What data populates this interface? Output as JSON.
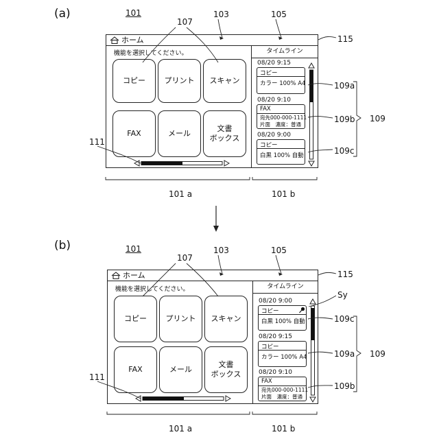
{
  "panel_a": {
    "label": "(a)",
    "refs": {
      "screen": "101",
      "buttons": "107",
      "left_region": "103",
      "right_region": "105",
      "titlebar": "115",
      "scroll": "111",
      "timeline": "109",
      "left_area": "101 a",
      "right_area": "101 b"
    },
    "title": "ホーム",
    "instruction": "機能を選択してください。",
    "buttons": [
      {
        "label": "コピー"
      },
      {
        "label": "プリント"
      },
      {
        "label": "スキャン"
      },
      {
        "label": "FAX"
      },
      {
        "label": "メール"
      },
      {
        "label_line1": "文書",
        "label_line2": "ボックス"
      }
    ],
    "timeline_header": "タイムライン",
    "entries": [
      {
        "time": "08/20 9:15",
        "title": "コピー",
        "line1": "カラー 100% A4",
        "line2": "",
        "ref": "109a"
      },
      {
        "time": "08/20 9:10",
        "title": "FAX",
        "line1": "宛先000-000-1111",
        "line2": "片面　濃度：普通",
        "ref": "109b"
      },
      {
        "time": "08/20 9:00",
        "title": "コピー",
        "line1": "白黒 100% 自動",
        "line2": "",
        "ref": "109c"
      }
    ]
  },
  "panel_b": {
    "label": "(b)",
    "refs": {
      "screen": "101",
      "buttons": "107",
      "left_region": "103",
      "right_region": "105",
      "titlebar": "115",
      "scroll": "111",
      "timeline": "109",
      "left_area": "101 a",
      "right_area": "101 b",
      "pin": "Sy"
    },
    "title": "ホーム",
    "instruction": "機能を選択してください。",
    "buttons": [
      {
        "label": "コピー"
      },
      {
        "label": "プリント"
      },
      {
        "label": "スキャン"
      },
      {
        "label": "FAX"
      },
      {
        "label": "メール"
      },
      {
        "label_line1": "文書",
        "label_line2": "ボックス"
      }
    ],
    "timeline_header": "タイムライン",
    "entries": [
      {
        "time": "08/20 9:00",
        "title": "コピー",
        "line1": "白黒 100% 自動",
        "line2": "",
        "ref": "109c"
      },
      {
        "time": "08/20 9:15",
        "title": "コピー",
        "line1": "カラー 100% A4",
        "line2": "",
        "ref": "109a"
      },
      {
        "time": "08/20 9:10",
        "title": "FAX",
        "line1": "宛先000-000-1111",
        "line2": "片面　濃度：普通",
        "ref": "109b"
      }
    ]
  },
  "icons": {
    "home": "home-icon",
    "pin": "pin-icon",
    "scroll_left": "triangle-left-icon",
    "scroll_right": "triangle-right-icon",
    "scroll_up": "triangle-up-icon",
    "scroll_down": "triangle-down-icon",
    "transition": "arrow-down-icon"
  }
}
